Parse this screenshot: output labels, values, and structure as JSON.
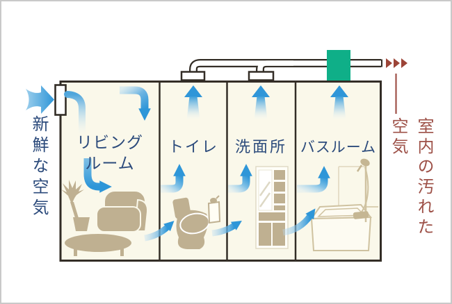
{
  "labels": {
    "fresh_air": "新鮮な空気",
    "dirty_air_line1": "室内の汚れた",
    "dirty_air_line2": "空気",
    "living_room": "リビング\nルーム",
    "toilet": "トイレ",
    "washroom": "洗面所",
    "bathroom": "バスルーム"
  },
  "colors": {
    "label_navy": "#2b4a7b",
    "label_brown": "#9d5047",
    "airflow_blue": "#2e96d8",
    "airflow_light_blue": "#a9d4ee",
    "fan_unit_green": "#0faf88",
    "exhaust_arrow_brown": "#9c4437",
    "furniture_tan": "#bfb091",
    "bath_outline_tan": "#cfc2a0",
    "room_fill_cream": "#faf8ea",
    "wall_dark": "#332d26",
    "canvas_border_gray": "#c9c9c9"
  },
  "icons": [
    "fresh-air-arrow",
    "wall-vent",
    "airflow-stream",
    "curve-down-arrow",
    "l-turn-arrow",
    "ceiling-exhaust-arrow",
    "room-exhaust-arrow",
    "underdoor-airflow-arrow",
    "roof-vent-cap",
    "exhaust-duct",
    "exhaust-fan-unit",
    "exhaust-out-arrows",
    "leader-line",
    "plant",
    "sofa",
    "coffee-table",
    "toilet",
    "toilet-paper-holder",
    "vanity-cabinet",
    "bathtub",
    "shower"
  ]
}
